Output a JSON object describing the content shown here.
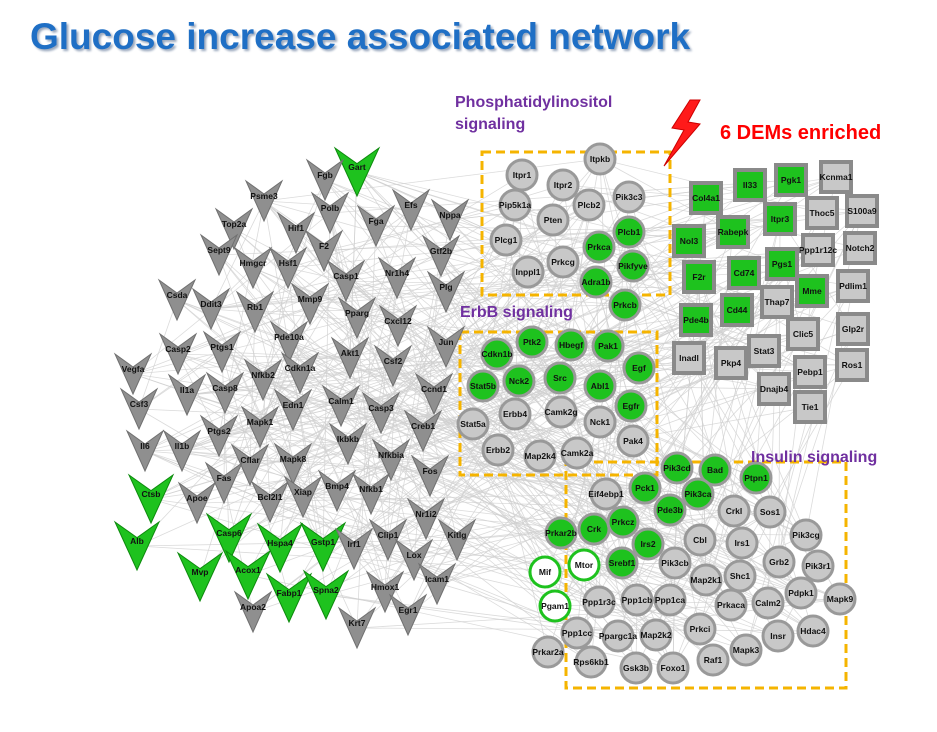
{
  "title": "Glucose increase associated network",
  "labels": {
    "pi_line1": "Phosphatidylinositol",
    "pi_line2": "signaling",
    "erbb": "ErbB signaling",
    "insulin": "Insulin signaling",
    "dem": "6 DEMs enriched"
  },
  "colors": {
    "title": "#1f6fc5",
    "pathway_label": "#7030a0",
    "dem_label": "#ff0000",
    "highlight_green": "#1ec21e",
    "node_gray": "#c8c8c8",
    "box_border": "#f5b400",
    "edge": "#cfcfcf"
  },
  "nodes": {
    "v": [
      {
        "id": "Gart",
        "g": 1
      },
      {
        "id": "Fgb",
        "g": 0
      },
      {
        "id": "Psme3",
        "g": 0
      },
      {
        "id": "Polb",
        "g": 0
      },
      {
        "id": "Efs",
        "g": 0
      },
      {
        "id": "Nppa",
        "g": 0
      },
      {
        "id": "Top2a",
        "g": 0
      },
      {
        "id": "Hif1",
        "g": 0
      },
      {
        "id": "Fga",
        "g": 0
      },
      {
        "id": "Gtf2b",
        "g": 0
      },
      {
        "id": "Sept9",
        "g": 0
      },
      {
        "id": "Hmgcr",
        "g": 0
      },
      {
        "id": "Hsf1",
        "g": 0
      },
      {
        "id": "F2",
        "g": 0
      },
      {
        "id": "Casp1",
        "g": 0
      },
      {
        "id": "Nr1h4",
        "g": 0
      },
      {
        "id": "Plg",
        "g": 0
      },
      {
        "id": "Csda",
        "g": 0
      },
      {
        "id": "Ddit3",
        "g": 0
      },
      {
        "id": "Rb1",
        "g": 0
      },
      {
        "id": "Mmp9",
        "g": 0
      },
      {
        "id": "Pparg",
        "g": 0
      },
      {
        "id": "Cxcl12",
        "g": 0
      },
      {
        "id": "Jun",
        "g": 0
      },
      {
        "id": "Pde10a",
        "g": 0
      },
      {
        "id": "Casp2",
        "g": 0
      },
      {
        "id": "Ptgs1",
        "g": 0
      },
      {
        "id": "Nfkb2",
        "g": 0
      },
      {
        "id": "Cdkn1a",
        "g": 0
      },
      {
        "id": "Akt1",
        "g": 0
      },
      {
        "id": "Csf2",
        "g": 0
      },
      {
        "id": "Ccnd1",
        "g": 0
      },
      {
        "id": "Vegfa",
        "g": 0
      },
      {
        "id": "Il1a",
        "g": 0
      },
      {
        "id": "Casp8",
        "g": 0
      },
      {
        "id": "Edn1",
        "g": 0
      },
      {
        "id": "Calm1",
        "g": 0
      },
      {
        "id": "Casp3",
        "g": 0
      },
      {
        "id": "Csf3",
        "g": 0
      },
      {
        "id": "Mapk1",
        "g": 0
      },
      {
        "id": "Creb1",
        "g": 0
      },
      {
        "id": "Il6",
        "g": 0
      },
      {
        "id": "Il1b",
        "g": 0
      },
      {
        "id": "Ptgs2",
        "g": 0
      },
      {
        "id": "Ikbkb",
        "g": 0
      },
      {
        "id": "Nfkbia",
        "g": 0
      },
      {
        "id": "Cflar",
        "g": 0
      },
      {
        "id": "Mapk8",
        "g": 0
      },
      {
        "id": "Fos",
        "g": 0
      },
      {
        "id": "Ctsb",
        "g": 1
      },
      {
        "id": "Fas",
        "g": 0
      },
      {
        "id": "Apoe",
        "g": 0
      },
      {
        "id": "Bcl2l1",
        "g": 0
      },
      {
        "id": "Xiap",
        "g": 0
      },
      {
        "id": "Bmp4",
        "g": 0
      },
      {
        "id": "Nfkb1",
        "g": 0
      },
      {
        "id": "Nr1i2",
        "g": 0
      },
      {
        "id": "Alb",
        "g": 1
      },
      {
        "id": "Casp6",
        "g": 1
      },
      {
        "id": "Hspa4",
        "g": 1
      },
      {
        "id": "Gstp1",
        "g": 1
      },
      {
        "id": "Irf1",
        "g": 0
      },
      {
        "id": "Clip1",
        "g": 0
      },
      {
        "id": "Kitlg",
        "g": 0
      },
      {
        "id": "Mvp",
        "g": 1
      },
      {
        "id": "Acox1",
        "g": 1
      },
      {
        "id": "Lox",
        "g": 0
      },
      {
        "id": "Fabp1",
        "g": 1
      },
      {
        "id": "Spna2",
        "g": 1
      },
      {
        "id": "Hmox1",
        "g": 0
      },
      {
        "id": "Icam1",
        "g": 0
      },
      {
        "id": "Apoa2",
        "g": 0
      },
      {
        "id": "Egr1",
        "g": 0
      },
      {
        "id": "Krt7",
        "g": 0
      }
    ],
    "c": [
      {
        "id": "Itpkb",
        "g": 0
      },
      {
        "id": "Itpr1",
        "g": 0
      },
      {
        "id": "Itpr2",
        "g": 0
      },
      {
        "id": "Pik3c3",
        "g": 0
      },
      {
        "id": "Pip5k1a",
        "g": 0
      },
      {
        "id": "Plcb2",
        "g": 0
      },
      {
        "id": "Pten",
        "g": 0
      },
      {
        "id": "Plcg1",
        "g": 0
      },
      {
        "id": "Prkca",
        "g": 1
      },
      {
        "id": "Plcb1",
        "g": 1
      },
      {
        "id": "Prkcg",
        "g": 0
      },
      {
        "id": "Pikfyve",
        "g": 1
      },
      {
        "id": "Inppl1",
        "g": 0
      },
      {
        "id": "Adra1b",
        "g": 1
      },
      {
        "id": "Prkcb",
        "g": 1
      },
      {
        "id": "Ptk2",
        "g": 1
      },
      {
        "id": "Hbegf",
        "g": 1
      },
      {
        "id": "Pak1",
        "g": 1
      },
      {
        "id": "Cdkn1b",
        "g": 1
      },
      {
        "id": "Egf",
        "g": 1
      },
      {
        "id": "Stat5b",
        "g": 1
      },
      {
        "id": "Nck2",
        "g": 1
      },
      {
        "id": "Src",
        "g": 1
      },
      {
        "id": "Abl1",
        "g": 1
      },
      {
        "id": "Erbb4",
        "g": 0
      },
      {
        "id": "Camk2g",
        "g": 0
      },
      {
        "id": "Egfr",
        "g": 1
      },
      {
        "id": "Stat5a",
        "g": 0
      },
      {
        "id": "Nck1",
        "g": 0
      },
      {
        "id": "Pak4",
        "g": 0
      },
      {
        "id": "Erbb2",
        "g": 0
      },
      {
        "id": "Map2k4",
        "g": 0
      },
      {
        "id": "Camk2a",
        "g": 0
      },
      {
        "id": "Pik3cd",
        "g": 1
      },
      {
        "id": "Bad",
        "g": 1
      },
      {
        "id": "Ptpn1",
        "g": 1
      },
      {
        "id": "Eif4ebp1",
        "g": 0
      },
      {
        "id": "Pck1",
        "g": 1
      },
      {
        "id": "Pik3ca",
        "g": 1
      },
      {
        "id": "Crkl",
        "g": 0
      },
      {
        "id": "Sos1",
        "g": 0
      },
      {
        "id": "Prkar2b",
        "g": 1
      },
      {
        "id": "Pde3b",
        "g": 1
      },
      {
        "id": "Crk",
        "g": 1
      },
      {
        "id": "Prkcz",
        "g": 1
      },
      {
        "id": "Cbl",
        "g": 0
      },
      {
        "id": "Irs1",
        "g": 0
      },
      {
        "id": "Pik3cg",
        "g": 0
      },
      {
        "id": "Irs2",
        "g": 1
      },
      {
        "id": "Mif",
        "g": 2
      },
      {
        "id": "Mtor",
        "g": 2
      },
      {
        "id": "Srebf1",
        "g": 1
      },
      {
        "id": "Pik3cb",
        "g": 0
      },
      {
        "id": "Grb2",
        "g": 0
      },
      {
        "id": "Pik3r1",
        "g": 0
      },
      {
        "id": "Map2k1",
        "g": 0
      },
      {
        "id": "Shc1",
        "g": 0
      },
      {
        "id": "Pgam1",
        "g": 2
      },
      {
        "id": "Ppp1r3c",
        "g": 0
      },
      {
        "id": "Ppp1cb",
        "g": 0
      },
      {
        "id": "Ppp1ca",
        "g": 0
      },
      {
        "id": "Prkaca",
        "g": 0
      },
      {
        "id": "Calm2",
        "g": 0
      },
      {
        "id": "Pdpk1",
        "g": 0
      },
      {
        "id": "Mapk9",
        "g": 0
      },
      {
        "id": "Ppp1cc",
        "g": 0
      },
      {
        "id": "Ppargc1a",
        "g": 0
      },
      {
        "id": "Map2k2",
        "g": 0
      },
      {
        "id": "Prkci",
        "g": 0
      },
      {
        "id": "Hdac4",
        "g": 0
      },
      {
        "id": "Insr",
        "g": 0
      },
      {
        "id": "Prkar2a",
        "g": 0
      },
      {
        "id": "Rps6kb1",
        "g": 0
      },
      {
        "id": "Gsk3b",
        "g": 0
      },
      {
        "id": "Foxo1",
        "g": 0
      },
      {
        "id": "Raf1",
        "g": 0
      },
      {
        "id": "Mapk3",
        "g": 0
      }
    ],
    "s": [
      {
        "id": "Col4a1",
        "g": 1
      },
      {
        "id": "Il33",
        "g": 1
      },
      {
        "id": "Pgk1",
        "g": 1
      },
      {
        "id": "Kcnma1",
        "g": 0
      },
      {
        "id": "Thoc5",
        "g": 0
      },
      {
        "id": "S100a9",
        "g": 0
      },
      {
        "id": "Itpr3",
        "g": 1
      },
      {
        "id": "Rabepk",
        "g": 1
      },
      {
        "id": "Nol3",
        "g": 1
      },
      {
        "id": "Ppp1r12c",
        "g": 0
      },
      {
        "id": "Notch2",
        "g": 0
      },
      {
        "id": "F2r",
        "g": 1
      },
      {
        "id": "Cd74",
        "g": 1
      },
      {
        "id": "Pgs1",
        "g": 1
      },
      {
        "id": "Mme",
        "g": 1
      },
      {
        "id": "Pdlim1",
        "g": 0
      },
      {
        "id": "Thap7",
        "g": 0
      },
      {
        "id": "Cd44",
        "g": 1
      },
      {
        "id": "Pde4b",
        "g": 1
      },
      {
        "id": "Glp2r",
        "g": 0
      },
      {
        "id": "Clic5",
        "g": 0
      },
      {
        "id": "Stat3",
        "g": 0
      },
      {
        "id": "Inadl",
        "g": 0
      },
      {
        "id": "Pkp4",
        "g": 0
      },
      {
        "id": "Pebp1",
        "g": 0
      },
      {
        "id": "Ros1",
        "g": 0
      },
      {
        "id": "Dnajb4",
        "g": 0
      },
      {
        "id": "Tie1",
        "g": 0
      }
    ]
  }
}
